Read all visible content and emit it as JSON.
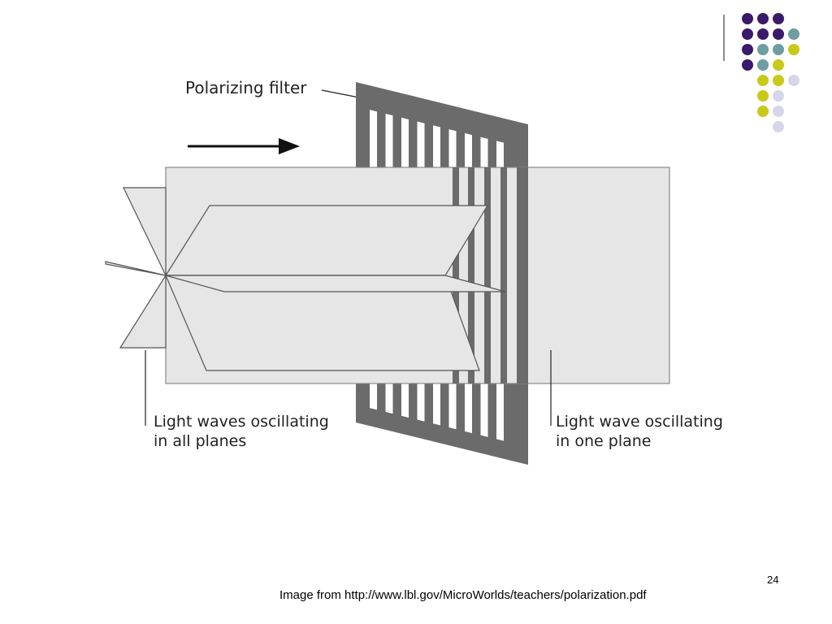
{
  "diagram": {
    "filter_label": "Polarizing filter",
    "left_label": [
      "Light waves oscillating",
      "in all planes"
    ],
    "right_label": [
      "Light wave oscillating",
      "in one plane"
    ]
  },
  "footer": {
    "page_number": "24",
    "source": "Image from http://www.lbl.gov/MicroWorlds/teachers/polarization.pdf"
  },
  "colors": {
    "dot_dark_purple": "#3a1a6b",
    "dot_teal": "#6e9ea0",
    "dot_yellow": "#c9c919",
    "dot_lavender": "#d6d6ea",
    "filter_gray": "#6b6b6b",
    "beam_fill": "#e6e6e6"
  }
}
